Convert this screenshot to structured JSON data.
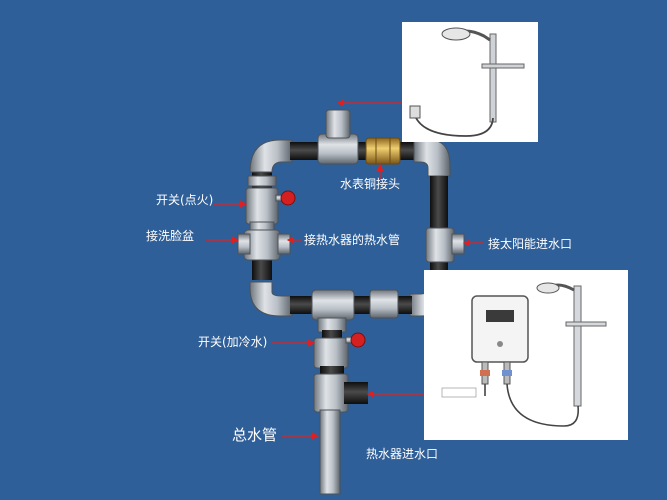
{
  "labels": {
    "switch_ignition": "开关(点火)",
    "washbasin": "接洗脸盆",
    "hot_water_pipe": "接热水器的热水管",
    "meter_copper_joint": "水表铜接头",
    "solar_inlet": "接太阳能进水口",
    "switch_cold_water": "开关(加冷水)",
    "main_pipe": "总水管",
    "heater_inlet": "热水器进水口"
  },
  "colors": {
    "background": "#2f5f98",
    "label_text": "#ffffff",
    "leader_arrow": "#e02020",
    "pipe_metal": "#a9b0b8",
    "pipe_dark": "#1c1c1c",
    "brass": "#c8a040"
  },
  "icons": {
    "shower": "shower-head-icon",
    "heater": "water-heater-icon"
  }
}
